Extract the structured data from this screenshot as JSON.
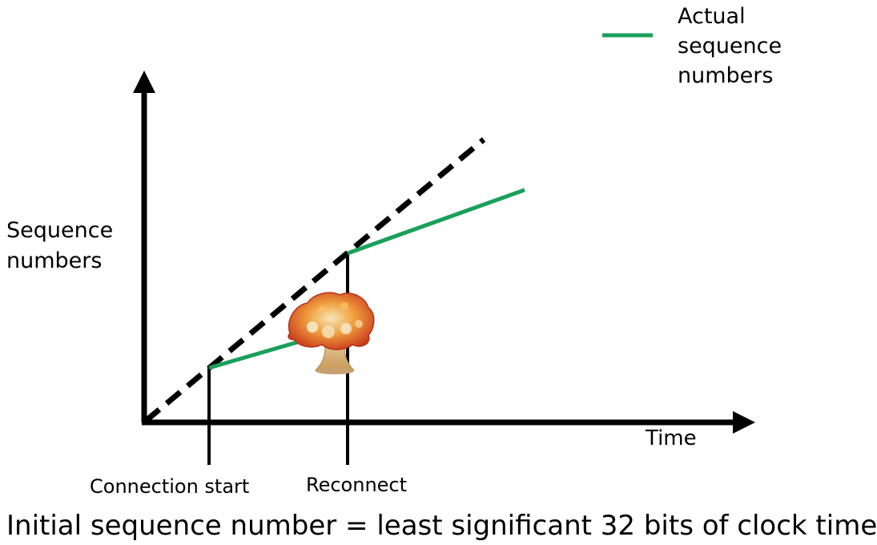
{
  "legend": {
    "label": "Actual sequence numbers",
    "color": "#1aa05a"
  },
  "axes": {
    "y_label": "Sequence numbers",
    "x_label": "Time",
    "color": "#000000"
  },
  "events": {
    "connection_start": "Connection start",
    "reconnect": "Reconnect"
  },
  "caption": "Initial sequence number = least significant 32 bits of clock time",
  "icons": {
    "crash": "mushroom-cloud-icon"
  },
  "colors": {
    "clock_line": "#000000",
    "actual_line": "#1aa05a",
    "cloud_top": "#d9531e",
    "cloud_stem": "#e8c890"
  }
}
